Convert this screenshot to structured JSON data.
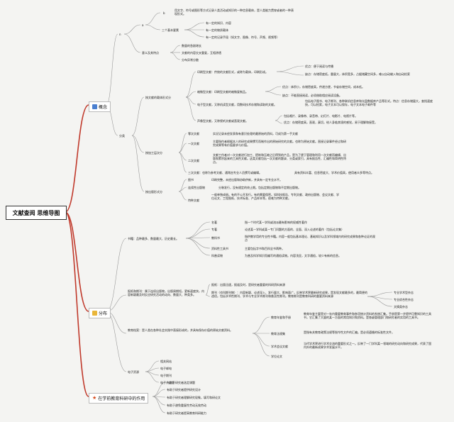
{
  "colors": {
    "branch": "#c0392b",
    "line": "#999999"
  },
  "root": "文献查阅 思维导图",
  "major": {
    "concept": {
      "label": "概念",
      "icon": "book-icon"
    },
    "dist": {
      "label": "分布",
      "icon": "trophy-icon"
    },
    "role": {
      "label": "在学前教育科研中的作用",
      "icon": "star-icon"
    }
  },
  "concept": {
    "n": "n",
    "a": "a",
    "b": "b",
    "b_text": "用文字、符号或图形等方式记录人类活动或知识的一种信息载体，是人类能力贯穿或者的一种表现形式。",
    "three": "三个基本要素",
    "three_items": [
      "有一定的知识、内容",
      "有一定的物质载体",
      "有一定的记录手段（如文字、图像、符号、声频、视频等）"
    ],
    "features": "意义及其特点",
    "features_items": [
      "数量的急剧增长",
      "文献的内容交叉重复，互相渗透",
      "分布异常分散"
    ],
    "classify": "分类",
    "by_carrier": "按文献的载体形式分",
    "print": "印刷型文献：传统的文献形式，或称为载体，印刷形成。",
    "print_adv": "优点：便于阅读与传播",
    "print_dis": "缺点：存储密度低，重量大，体积宽多，占据储藏空间多，难以自动输入和自动检索",
    "micro": "缩微型文献：印刷型文献的缩微复制品。",
    "micro_adv": "优点：体积小，存储密度高，传递方便，节省存储空间，成本低。",
    "micro_dis": "缺点：不能直接阅读，必须借助相应阅读设备。",
    "digital": "电子型文献，又称机读型文献，用数码技术存储和读取的文献。",
    "digital_adv": "包括电子图书、电子期刊、各种联机信息库和光盘数据库产品等形式。特点：信息存储量大，查找速度快，可以检索，电子文本可以保存，电子文本电子邮件等",
    "av": "声像型文献，又称视听文献或直观文献。",
    "av_inc": "包括唱片、录像带、录音带、幻灯片、电影片、电视片等。",
    "av_adv": "优点：存储密度高，直观，真切，给人身临其境的感觉，易于理解和接受。",
    "by_level": "按加工层次分",
    "zero": "零次文献",
    "zero_t": "实况记录未经发表和有意识处理的最原始的资料，可成为第一手文献",
    "one": "一次文献",
    "one_t": "主要指作者根据本人的研究成果撰写而制作出的原始研究的文献。也称为原始文献。直接记录事件经过和研究成果等有价值要求与价值。",
    "two": "二次文献",
    "two_t": "文献工作者对一次文献进行加工、提炼和压缩之后得到的产品，是为了便于管理和利用一次文献而编辑、出版和累积起来的工具性文献。这类文献包括一次文献的题录、分类或索引，具有报告性、汇编性和简明性特点。",
    "three_lv": "三次文献：也称为参考文献、通常由专业人员撰写或编辑。",
    "three_lv_t": "具有资料丰富、信息密度大、学术价值高，使用者众多等特点。",
    "by_type": "按出版形式分",
    "book": "图书",
    "book_t": "印刷完整，未经出版和协助供新，并具有一定专业水平。",
    "serial": "连续性出版物",
    "serial_t": "分装发行，没有规定的终止期。包括定期出版物和不定期出版物。",
    "special": "特种文献",
    "special_t": "一般单独成册。有的不公开发行。有的需要保密。如科技报告、专利文献、政府出版物、会议文献、学位论文、工程图纸、技术标准、产品样本等。很难为特种文献。"
  },
  "dist": {
    "books": "书籍：品种最多、数量最大、历史最长。",
    "books_items": [
      {
        "k": "名著",
        "v": "指一个时代某一学科或流派最有影响的权威性著作"
      },
      {
        "k": "专著",
        "v": "论述某一学科或某一专门问题的方面的、全面、深入论述的著作（包括论文集）"
      },
      {
        "k": "教科书",
        "v": "指供教学用的专业性书籍。内容一般包括基本理论、基础知识以及学科领域内的研究成果和各种论证的观点"
      },
      {
        "k": "资料性工具书",
        "v": "主要包括字书和百科全书两种。"
      },
      {
        "k": "科普读物",
        "v": "为普及科学知识而编写的通俗读物。内容浅显，文字通俗，较少有新的信息。"
      }
    ],
    "journals": "报纸和期刊：属于连续出版物，出版周期短，更新速度快，内容新颖最及时反应研究活动的动向、数量大、种类多。",
    "news": "报纸：出版迅速，报道及时，是研究者重要的科研资料来源",
    "periodical": "期刊（也叫期刊物）：内容新颖、论述深入、发行量大、影响面广，反映学术界最新研究成果，是发现文献最多的，最简便的途径。包括学术性期刊、学术与专业学术期刊和普及性期刊。教育期刊是教育科研的重要资料来源",
    "periodical_items": [
      "专业学术型杂志",
      "专业综合性杂志",
      "文摘类杂志"
    ],
    "edu": "教育档案：是人类在各种社会实践中直接形成的，并具有保存价值的原始文献资料。",
    "edu_items": [
      {
        "k": "教育年鉴和手册",
        "v": "教育年鉴主要是对一年内重要教育事件和各项统计资料的系统汇集。手册是第一步提供可靠知识的工具书，它汇集了大量的某一方面的常用知识和资料。是各级管理部门和研究者的实用的工具书。"
      },
      {
        "k": "教育法规集",
        "v": "是指有关教育政策法规等指令性文件的汇编。是必须遵循的标准性文件。"
      },
      {
        "k": "学术会议文献",
        "v": "当代学术界进行学术交流的重要形式之一。反映了一门学科某一领域的研究动向和研究成果，代表了国内外的最新成果学术发展水平。"
      },
      {
        "k": "学位论文",
        "v": ""
      }
    ],
    "ereso": "电子资源",
    "ereso_items": [
      "相关网站",
      "电子邮电",
      "电子期刊",
      "电子广告版"
    ]
  },
  "role": {
    "items": [
      "有助于研究者选定课题",
      "有助于研究者提供研究设计",
      "有助于研究者理解研究现象，填写和研论文",
      "有助于避免重复性劳动无效劳动",
      "有助于研究者提高教育科研能力"
    ]
  }
}
